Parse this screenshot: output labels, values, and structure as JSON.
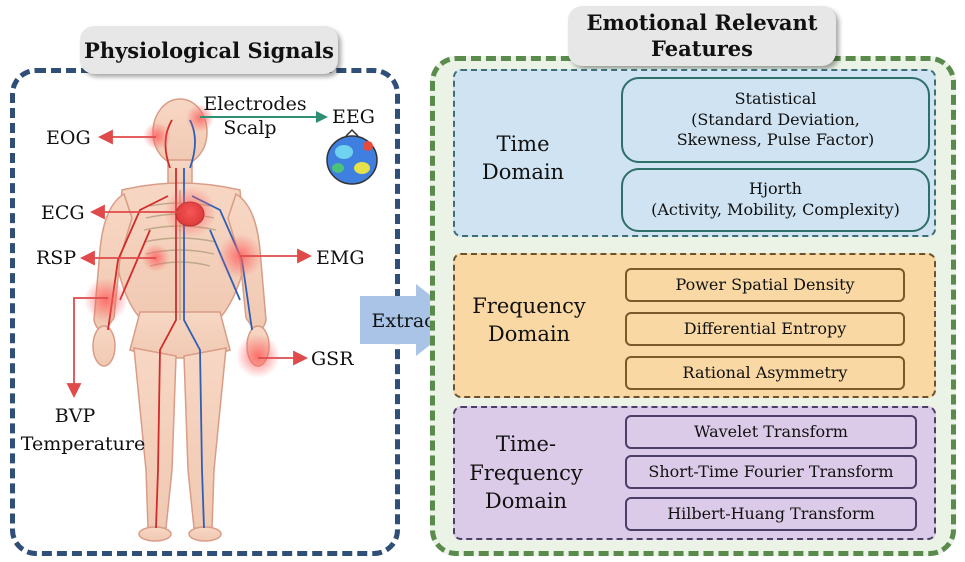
{
  "left": {
    "title": "Physiological Signals",
    "electrodes": "Electrodes",
    "scalp": "Scalp",
    "signals": {
      "eeg": "EEG",
      "eog": "EOG",
      "ecg": "ECG",
      "rsp": "RSP",
      "emg": "EMG",
      "gsr": "GSR",
      "bvp": "BVP",
      "temperature": "Temperature"
    }
  },
  "extract_label": "Extract",
  "right": {
    "title_line1": "Emotional Relevant",
    "title_line2": "Features",
    "time_domain": {
      "label_line1": "Time",
      "label_line2": "Domain",
      "features": [
        {
          "line1": "Statistical",
          "line2": "(Standard Deviation,",
          "line3": "Skewness, Pulse Factor)"
        },
        {
          "line1": "Hjorth",
          "line2": "(Activity, Mobility, Complexity)"
        }
      ]
    },
    "frequency_domain": {
      "label_line1": "Frequency",
      "label_line2": "Domain",
      "features": [
        "Power Spatial Density",
        "Differential Entropy",
        "Rational Asymmetry"
      ]
    },
    "time_frequency_domain": {
      "label_line1": "Time-",
      "label_line2": "Frequency",
      "label_line3": "Domain",
      "features": [
        "Wavelet Transform",
        "Short-Time Fourier Transform",
        "Hilbert-Huang Transform"
      ]
    }
  },
  "colors": {
    "left_border": "#2f4f78",
    "right_border": "#5a8a4c",
    "time_bg": "#cfe3f2",
    "freq_bg": "#f9d8a4",
    "tf_bg": "#dccbe8",
    "signal_arrow": "#e04a4a",
    "eeg_arrow": "#2e8f74",
    "extract_arrow": "#a9c4e6"
  }
}
